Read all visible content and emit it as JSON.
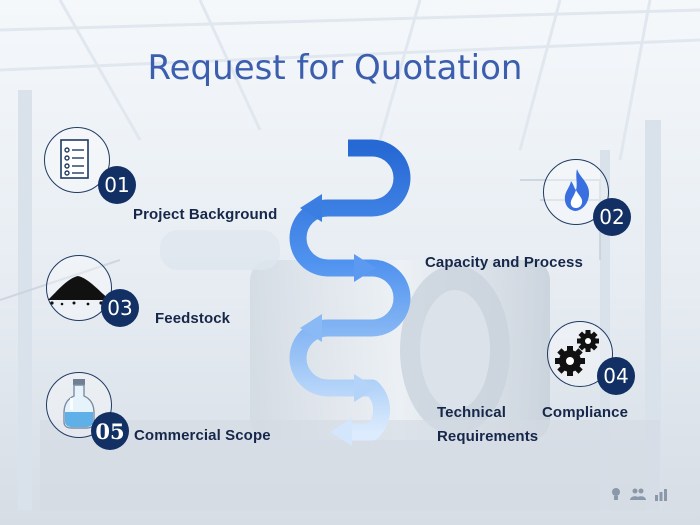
{
  "title": "Request for Quotation",
  "colors": {
    "title": "#3b5fae",
    "badge": "#123063",
    "label": "#16274a",
    "arrow_dark": "#2769d4",
    "arrow_light": "#cfe2fb"
  },
  "steps": [
    {
      "number": "01",
      "label": "Project Background",
      "icon": "document-list-icon"
    },
    {
      "number": "02",
      "label": "Capacity and Process",
      "icon": "flame-icon"
    },
    {
      "number": "03",
      "label": "Feedstock",
      "icon": "powder-pile-icon"
    },
    {
      "number": "04",
      "label": "Compliance",
      "icon": "gears-icon"
    },
    {
      "number": "05",
      "label": "Commercial Scope",
      "icon": "flask-icon"
    }
  ],
  "technical": {
    "line1": "Technical",
    "line2": "Requirements"
  },
  "corner_icons": [
    "lightbulb-icon",
    "people-icon",
    "bar-chart-icon"
  ]
}
